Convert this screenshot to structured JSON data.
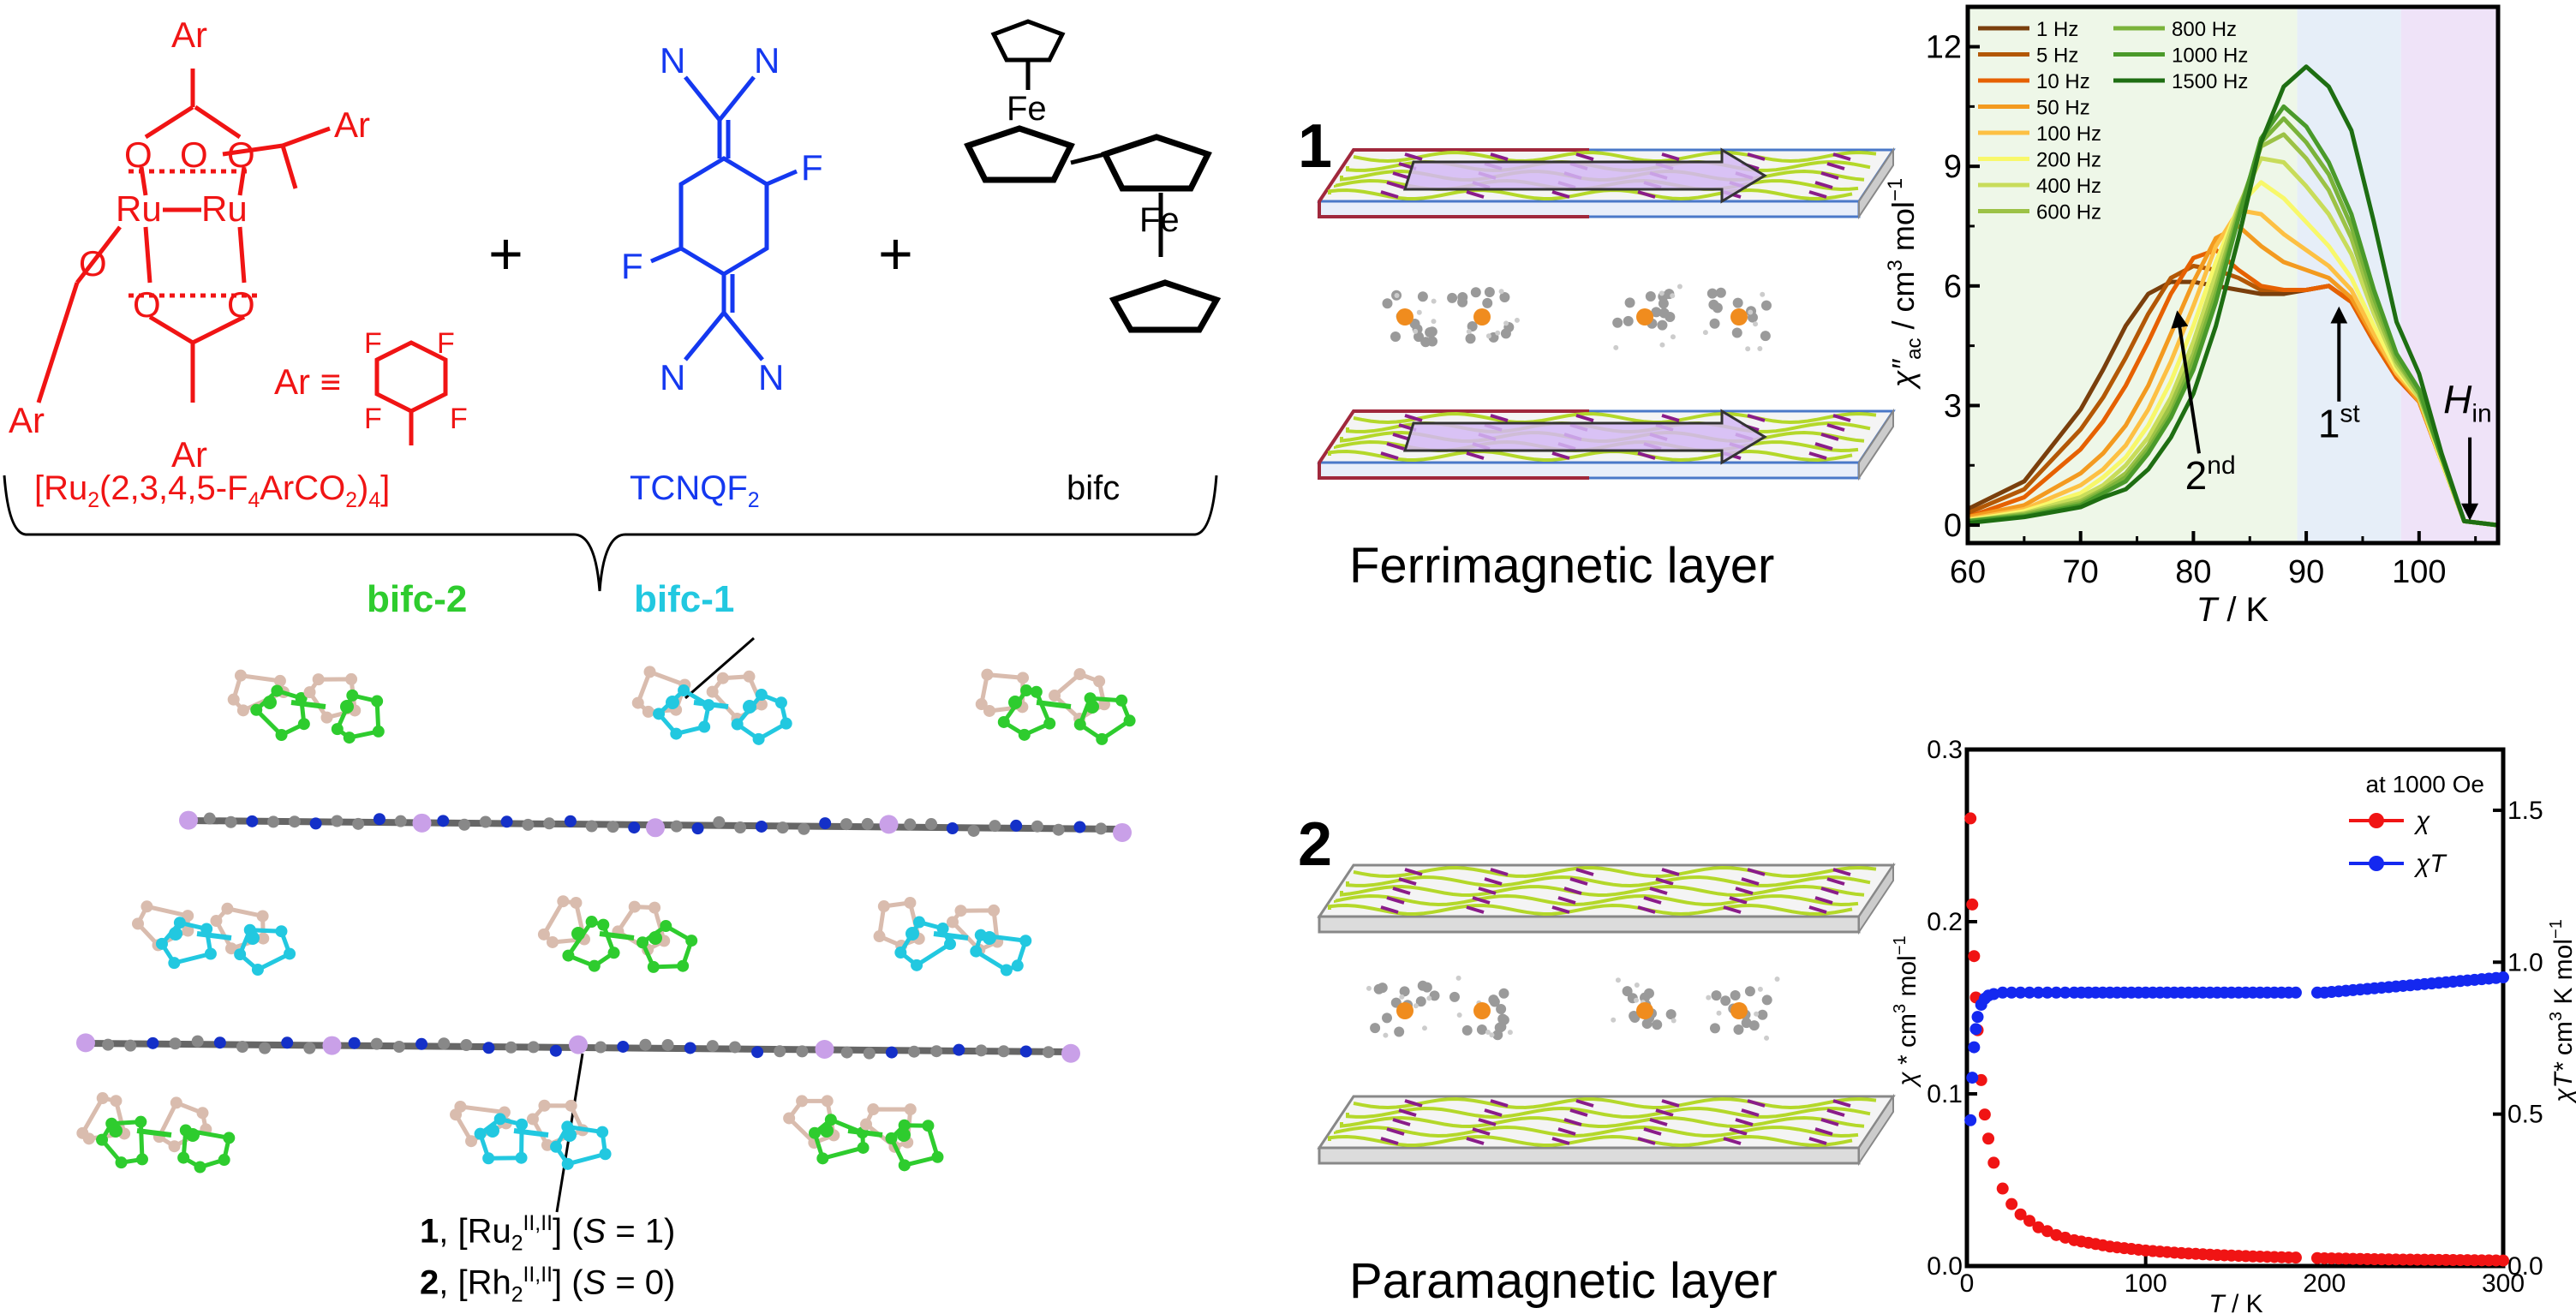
{
  "panel_a": {
    "atoms": {
      "ar": "Ar",
      "o": "O",
      "ru": "Ru",
      "f": "F",
      "n": "N",
      "fe": "Fe"
    },
    "ar_definition": "Ar ≡",
    "plus": "+",
    "ru_label": [
      "[Ru",
      "2",
      "(2,3,4,5-F",
      "4",
      "ArCO",
      "2",
      ")",
      "4",
      "]"
    ],
    "tcnq_label": [
      "TCNQF",
      "2"
    ],
    "bifc_label": "bifc",
    "bifc2_label": "bifc-2",
    "bifc1_label": "bifc-1",
    "compound1": [
      "1",
      ", [Ru",
      "2",
      "II,II",
      "] (",
      "S",
      " = 1)"
    ],
    "compound2": [
      "2",
      ", [Rh",
      "2",
      "II,II",
      "] (",
      "S",
      " = 0)"
    ],
    "colors": {
      "ru": "#f01414",
      "tcnq": "#1438f0",
      "bifc1": "#22c8e0",
      "bifc2": "#2ecc2e",
      "tan": "#d9bcae"
    }
  },
  "panel_b": {
    "layer1_number": "1",
    "layer1_label": "Ferrimagnetic layer",
    "layer2_number": "2",
    "layer2_label": "Paramagnetic layer"
  },
  "chart_data": [
    {
      "type": "line",
      "title": "",
      "xlabel": [
        "T",
        " / K"
      ],
      "ylabel": [
        "χ″",
        "ac",
        " / cm",
        "3",
        " mol",
        "−1"
      ],
      "xlim": [
        60,
        107
      ],
      "ylim": [
        -0.45,
        13
      ],
      "xticks": [
        60,
        70,
        80,
        90,
        100
      ],
      "yticks": [
        0,
        3,
        6,
        9,
        12
      ],
      "regions": [
        {
          "from": 60,
          "to": 89.2,
          "color": "#eef7e8"
        },
        {
          "from": 89.2,
          "to": 98.4,
          "color": "#e6eef8"
        },
        {
          "from": 98.4,
          "to": 107,
          "color": "#efe3f8"
        }
      ],
      "legend_position": "top-left",
      "x": [
        60,
        65,
        70,
        72,
        74,
        76,
        78,
        80,
        82,
        84,
        86,
        88,
        90,
        92,
        94,
        96,
        98,
        100,
        102,
        104,
        107
      ],
      "series": [
        {
          "name": "1 Hz",
          "color": "#7a3f0c",
          "values": [
            0.4,
            1.1,
            2.9,
            3.9,
            5.0,
            5.8,
            6.1,
            6.1,
            6.0,
            5.9,
            5.8,
            5.8,
            5.9,
            6.0,
            5.6,
            4.6,
            3.7,
            3.1,
            1.6,
            0.1,
            0
          ]
        },
        {
          "name": "5 Hz",
          "color": "#b35806",
          "values": [
            0.3,
            0.9,
            2.4,
            3.2,
            4.2,
            5.3,
            6.2,
            6.5,
            6.4,
            6.2,
            5.9,
            5.9,
            5.9,
            6.0,
            5.6,
            4.6,
            3.7,
            3.1,
            1.6,
            0.1,
            0
          ]
        },
        {
          "name": "10 Hz",
          "color": "#e66101",
          "values": [
            0.2,
            0.7,
            1.9,
            2.6,
            3.5,
            4.6,
            5.8,
            6.7,
            6.9,
            6.4,
            6.0,
            5.9,
            5.9,
            6.0,
            5.6,
            4.6,
            3.7,
            3.1,
            1.6,
            0.1,
            0
          ]
        },
        {
          "name": "50 Hz",
          "color": "#f39a1f",
          "values": [
            0.2,
            0.5,
            1.3,
            1.8,
            2.5,
            3.5,
            4.8,
            6.1,
            7.2,
            7.5,
            7.0,
            6.6,
            6.4,
            6.2,
            5.7,
            4.7,
            3.8,
            3.1,
            1.6,
            0.1,
            0
          ]
        },
        {
          "name": "100 Hz",
          "color": "#fdc043",
          "values": [
            0.15,
            0.4,
            1.0,
            1.4,
            2.0,
            2.9,
            4.1,
            5.5,
            7.0,
            7.9,
            7.8,
            7.3,
            6.9,
            6.5,
            5.9,
            4.8,
            3.8,
            3.2,
            1.6,
            0.1,
            0
          ]
        },
        {
          "name": "200 Hz",
          "color": "#f8f86a",
          "values": [
            0.12,
            0.35,
            0.8,
            1.2,
            1.7,
            2.5,
            3.6,
            5.0,
            6.6,
            8.0,
            8.6,
            8.2,
            7.6,
            7.0,
            6.2,
            5.0,
            3.9,
            3.2,
            1.6,
            0.1,
            0
          ]
        },
        {
          "name": "400 Hz",
          "color": "#c8dc5a",
          "values": [
            0.1,
            0.3,
            0.7,
            1.0,
            1.5,
            2.2,
            3.2,
            4.6,
            6.3,
            8.0,
            9.2,
            9.1,
            8.5,
            7.8,
            6.8,
            5.3,
            4.0,
            3.2,
            1.7,
            0.1,
            0
          ]
        },
        {
          "name": "600 Hz",
          "color": "#9cc246",
          "values": [
            0.1,
            0.28,
            0.6,
            0.9,
            1.3,
            2.0,
            3.0,
            4.3,
            6.0,
            7.9,
            9.5,
            9.8,
            9.2,
            8.4,
            7.2,
            5.5,
            4.1,
            3.3,
            1.7,
            0.1,
            0
          ]
        },
        {
          "name": "800 Hz",
          "color": "#7ab33a",
          "values": [
            0.1,
            0.25,
            0.55,
            0.85,
            1.2,
            1.9,
            2.8,
            4.1,
            5.8,
            7.8,
            9.6,
            10.2,
            9.6,
            8.8,
            7.5,
            5.7,
            4.2,
            3.3,
            1.7,
            0.1,
            0
          ]
        },
        {
          "name": "1000 Hz",
          "color": "#4a9a2a",
          "values": [
            0.1,
            0.22,
            0.5,
            0.8,
            1.1,
            1.8,
            2.7,
            3.9,
            5.6,
            7.7,
            9.7,
            10.5,
            10.0,
            9.1,
            7.8,
            5.9,
            4.3,
            3.4,
            1.7,
            0.1,
            0
          ]
        },
        {
          "name": "1500 Hz",
          "color": "#1e6e12",
          "values": [
            0.05,
            0.2,
            0.45,
            0.7,
            0.9,
            1.4,
            2.2,
            3.3,
            5.0,
            7.2,
            9.6,
            11.0,
            11.5,
            11.0,
            9.9,
            7.6,
            5.1,
            3.8,
            1.8,
            0.1,
            0
          ]
        }
      ],
      "annotations": [
        {
          "text": [
            "1",
            "st"
          ],
          "x": 92.9,
          "y": 2.2,
          "arrow_from": [
            92.9,
            3.1
          ],
          "arrow_to": [
            92.9,
            5.4
          ]
        },
        {
          "text": [
            "2",
            "nd"
          ],
          "x": 81.5,
          "y": 0.9,
          "arrow_from": [
            80.5,
            1.8
          ],
          "arrow_to": [
            78.6,
            5.3
          ]
        },
        {
          "text": [
            "H",
            "in"
          ],
          "x": 104.3,
          "y": 2.8,
          "arrow_from": [
            104.5,
            2.2
          ],
          "arrow_to": [
            104.5,
            0.2
          ]
        }
      ]
    },
    {
      "type": "scatter",
      "title": "",
      "annotation": "at 1000 Oe",
      "xlabel": [
        "T",
        " / K"
      ],
      "ylabel_left": [
        "χ",
        " * cm",
        "3",
        " mol",
        "−1"
      ],
      "ylabel_right": [
        "χT*",
        " cm",
        "3",
        " K mol",
        "−1"
      ],
      "xlim": [
        0,
        300
      ],
      "ylim_left": [
        0,
        0.3
      ],
      "ylim_right": [
        0,
        1.7
      ],
      "xticks": [
        0,
        100,
        200,
        300
      ],
      "yticks_left": [
        "0.0",
        "0.1",
        "0.2",
        "0.3"
      ],
      "yticks_right": [
        "0.0",
        "0.5",
        "1.0",
        "1.5"
      ],
      "legend_position": "top-right",
      "x": [
        2,
        3,
        4,
        5,
        6,
        8,
        10,
        12,
        15,
        20,
        25,
        30,
        40,
        50,
        60,
        80,
        100,
        120,
        140,
        160,
        180,
        200,
        220,
        240,
        260,
        280,
        300
      ],
      "series": [
        {
          "name": "χ",
          "axis": "left",
          "color": "#f01414",
          "values": [
            0.26,
            0.21,
            0.18,
            0.156,
            0.137,
            0.108,
            0.088,
            0.074,
            0.06,
            0.045,
            0.036,
            0.03,
            0.0225,
            0.018,
            0.015,
            0.0113,
            0.009,
            0.0075,
            0.0064,
            0.0056,
            0.005,
            0.0045,
            0.0041,
            0.0038,
            0.0036,
            0.0034,
            0.0032
          ]
        },
        {
          "name": "χT",
          "axis": "right",
          "color": "#1428f0",
          "values": [
            0.48,
            0.62,
            0.72,
            0.78,
            0.82,
            0.86,
            0.88,
            0.89,
            0.895,
            0.9,
            0.9,
            0.9,
            0.9,
            0.9,
            0.9,
            0.9,
            0.9,
            0.9,
            0.9,
            0.9,
            0.9,
            0.9,
            0.91,
            0.92,
            0.93,
            0.94,
            0.95
          ]
        }
      ]
    }
  ]
}
